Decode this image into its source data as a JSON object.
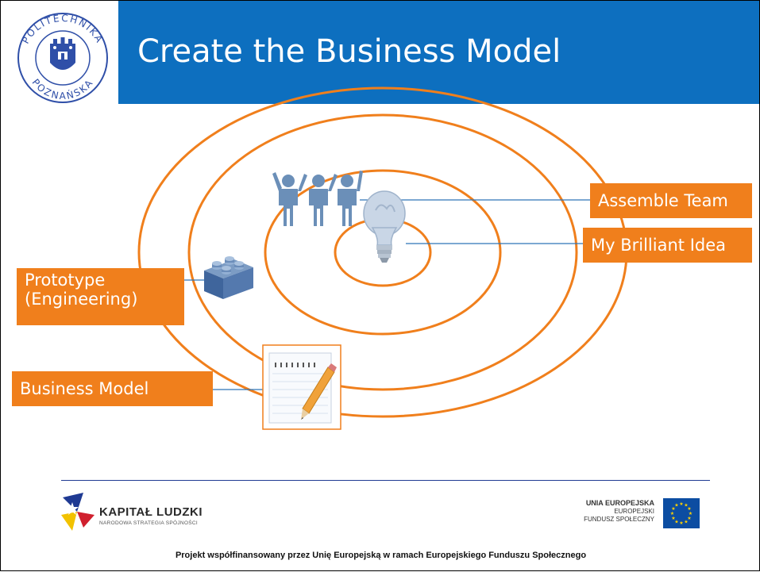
{
  "header": {
    "title": "Create the Business Model",
    "logo_text_top": "POLITECHNIKA",
    "logo_text_bottom": "POZNAŃSKA"
  },
  "diagram": {
    "labels": {
      "assemble_team": "Assemble Team",
      "brilliant_idea": "My Brilliant Idea",
      "prototype_line1": "Prototype",
      "prototype_line2": "(Engineering)",
      "business_model": "Business Model"
    },
    "icons": [
      "people-team-icon",
      "lightbulb-icon",
      "lego-brick-icon",
      "notepad-pencil-icon"
    ]
  },
  "footer": {
    "kapital_title": "KAPITAŁ LUDZKI",
    "kapital_subtitle": "NARODOWA STRATEGIA SPÓJNOŚCI",
    "eu_line1": "UNIA EUROPEJSKA",
    "eu_line2": "EUROPEJSKI",
    "eu_line3": "FUNDUSZ SPOŁECZNY",
    "note": "Projekt współfinansowany przez Unię Europejską w ramach Europejskiego Funduszu Społecznego"
  },
  "colors": {
    "header_blue": "#0D6FBF",
    "ring_orange": "#F07F1C",
    "label_orange": "#F07F1C",
    "leader_line_blue": "#2E75B6",
    "logo_blue": "#2F4FA8"
  }
}
